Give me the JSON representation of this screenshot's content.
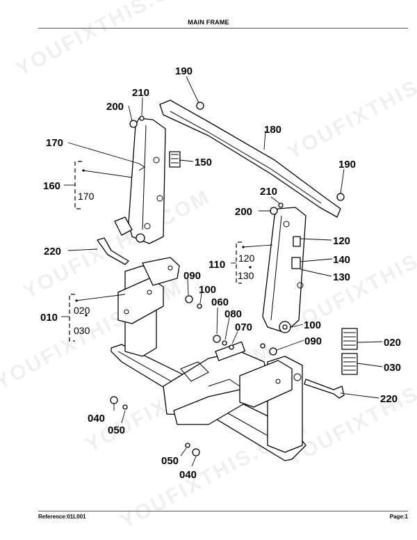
{
  "header": {
    "title": "MAIN FRAME"
  },
  "footer": {
    "reference": "Reference:01L001",
    "page": "Page:1"
  },
  "watermark": {
    "text": "YOUFIXTHIS.COM"
  },
  "labels": {
    "l190a": "190",
    "l210a": "210",
    "l200a": "200",
    "l170a": "170",
    "l150": "150",
    "l180": "180",
    "l190b": "190",
    "l160": "160",
    "l170b": "170",
    "l210b": "210",
    "l200b": "200",
    "l120a": "120",
    "l110": "110",
    "l120b": "120",
    "l130a": "130",
    "l140": "140",
    "l130b": "130",
    "l220a": "220",
    "l090a": "090",
    "l100a": "100",
    "l060": "060",
    "l080": "080",
    "l070": "070",
    "l010": "010",
    "l020a": "020",
    "l030a": "030",
    "l100b": "100",
    "l090b": "090",
    "l020b": "020",
    "l030b": "030",
    "l040a": "040",
    "l050a": "050",
    "l220b": "220",
    "l050b": "050",
    "l040b": "040"
  }
}
